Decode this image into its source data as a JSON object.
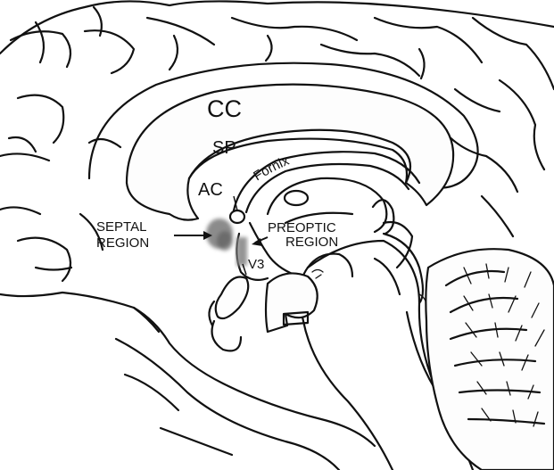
{
  "labels": {
    "cc": "CC",
    "sp": "SP",
    "ac": "AC",
    "fornix": "Fornix",
    "septal_line1": "SEPTAL",
    "septal_line2": "REGION",
    "preoptic_line1": "PREOPTIC",
    "preoptic_line2": "REGION",
    "v3": "V3"
  },
  "colors": {
    "outline": "#111111",
    "background": "#ffffff",
    "septal_shading": "#777777",
    "preoptic_shading": "#8a8a8a"
  }
}
